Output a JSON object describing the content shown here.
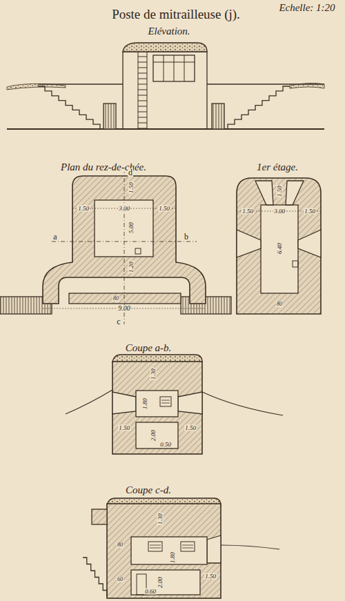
{
  "diagram": {
    "title": "Poste de mitrailleuse (j).",
    "labels": [
      "Echelle: 1:20",
      "Elévation.",
      "Plan du rez-de-chée.",
      "1er étage.",
      "d",
      "1.50",
      "1.50",
      "3.00",
      "1.50",
      "a",
      "b",
      "5.00",
      "1.20",
      "80",
      "9.00",
      "c",
      "1.50",
      "1.50",
      "3.00",
      "1.50",
      "6.40",
      "80",
      "Coupe a-b.",
      "1.30",
      "1.80",
      "2.00",
      "1.50",
      "1.50",
      "0.50",
      "Coupe c-d.",
      "1.30",
      "1.80",
      "80",
      "60",
      "2.00",
      "1.50",
      "0.60"
    ]
  }
}
